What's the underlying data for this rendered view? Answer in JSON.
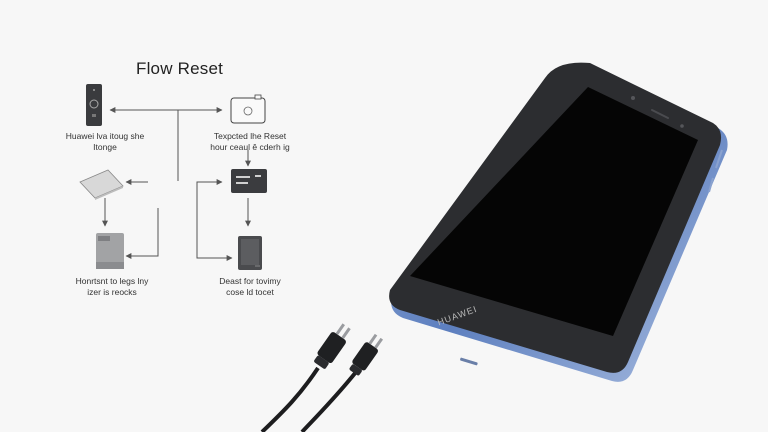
{
  "diagram": {
    "title": "Flow Reset",
    "nodes": [
      {
        "id": "n1",
        "icon": "remote-device-icon",
        "caption_lines": [
          "Huawei lva itoug she",
          "Itonge"
        ]
      },
      {
        "id": "n2",
        "icon": "camera-box-icon",
        "caption_lines": [
          "Texpcted lhe Reset",
          "hour ceaul ê cderh ig"
        ]
      },
      {
        "id": "n3",
        "icon": "battery-block-icon",
        "caption_lines": [
          "Honrtsnt to legs lny",
          "izer is reocks"
        ]
      },
      {
        "id": "n4",
        "icon": "tablet-device-icon",
        "caption_lines": [
          "Deast for tovimy",
          "cose ld tocet"
        ]
      },
      {
        "id": "n5",
        "icon": "card-tray-icon",
        "caption_lines": []
      },
      {
        "id": "n6",
        "icon": "control-panel-icon",
        "caption_lines": []
      }
    ]
  },
  "phone": {
    "brand": "HUAWEI",
    "icon": "smartphone-icon"
  },
  "cable": {
    "icon": "usb-cable-icon"
  },
  "colors": {
    "line": "#555555",
    "phone_body": "#2c2d30",
    "phone_frame": "#6f8fc4",
    "screen": "#050505"
  }
}
